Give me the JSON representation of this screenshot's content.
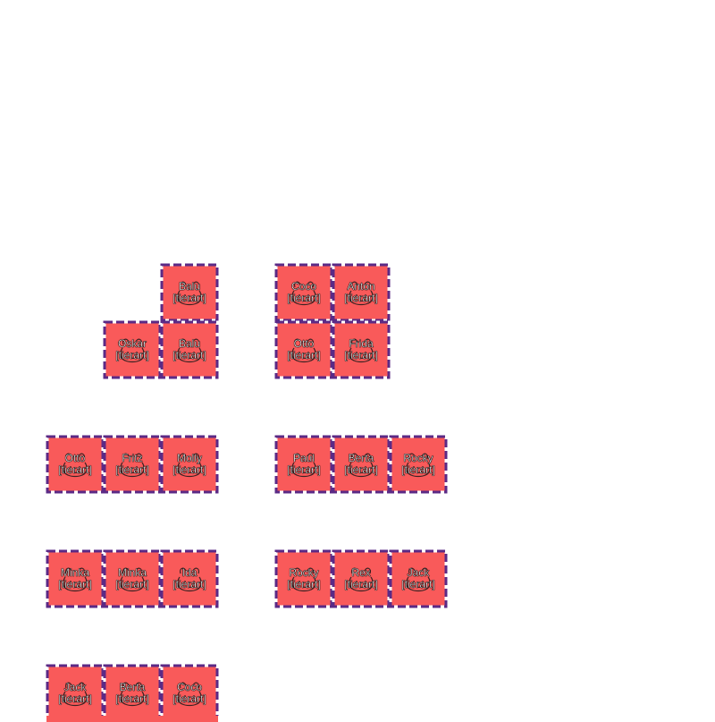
{
  "palette": {
    "tile_fill": "#f95a5a",
    "border": "#5b2a86",
    "dash": "#ffffff",
    "background": "#ffffff"
  },
  "groups": [
    {
      "name": "group-1",
      "tiles": [
        {
          "name": "Balu",
          "tag": "[tierart]",
          "icon": "animal-icon"
        },
        {
          "name": "Oskar",
          "tag": "[tierart]",
          "icon": "animal-icon"
        },
        {
          "name": "Balu",
          "tag": "[tierart]",
          "icon": "animal-icon"
        }
      ]
    },
    {
      "name": "group-2",
      "tiles": [
        {
          "name": "Coco",
          "tag": "[tierart]",
          "icon": "animal-icon"
        },
        {
          "name": "Anton",
          "tag": "[tierart]",
          "icon": "animal-icon"
        },
        {
          "name": "Otto",
          "tag": "[tierart]",
          "icon": "animal-icon"
        },
        {
          "name": "Frida",
          "tag": "[tierart]",
          "icon": "animal-icon"
        }
      ]
    },
    {
      "name": "group-3",
      "tiles": [
        {
          "name": "Otto",
          "tag": "[tierart]",
          "icon": "animal-icon"
        },
        {
          "name": "Fritz",
          "tag": "[tierart]",
          "icon": "animal-icon"
        },
        {
          "name": "Molly",
          "tag": "[tierart]",
          "icon": "animal-icon"
        }
      ]
    },
    {
      "name": "group-4",
      "tiles": [
        {
          "name": "Paul",
          "tag": "[tierart]",
          "icon": "animal-icon"
        },
        {
          "name": "Berta",
          "tag": "[tierart]",
          "icon": "animal-icon"
        },
        {
          "name": "Rocky",
          "tag": "[tierart]",
          "icon": "animal-icon"
        }
      ]
    },
    {
      "name": "group-5",
      "tiles": [
        {
          "name": "Minka",
          "tag": "[tierart]",
          "icon": "animal-icon"
        },
        {
          "name": "Minka",
          "tag": "[tierart]",
          "icon": "animal-icon"
        },
        {
          "name": "Ida",
          "tag": "[tierart]",
          "icon": "animal-icon"
        }
      ]
    },
    {
      "name": "group-6",
      "tiles": [
        {
          "name": "Rocky",
          "tag": "[tierart]",
          "icon": "animal-icon"
        },
        {
          "name": "Rex",
          "tag": "[tierart]",
          "icon": "animal-icon"
        },
        {
          "name": "Jack",
          "tag": "[tierart]",
          "icon": "animal-icon"
        }
      ]
    },
    {
      "name": "group-7",
      "tiles": [
        {
          "name": "Jack",
          "tag": "[tierart]",
          "icon": "animal-icon"
        },
        {
          "name": "Berta",
          "tag": "[tierart]",
          "icon": "animal-icon"
        },
        {
          "name": "Coco",
          "tag": "[tierart]",
          "icon": "animal-icon"
        }
      ]
    }
  ]
}
